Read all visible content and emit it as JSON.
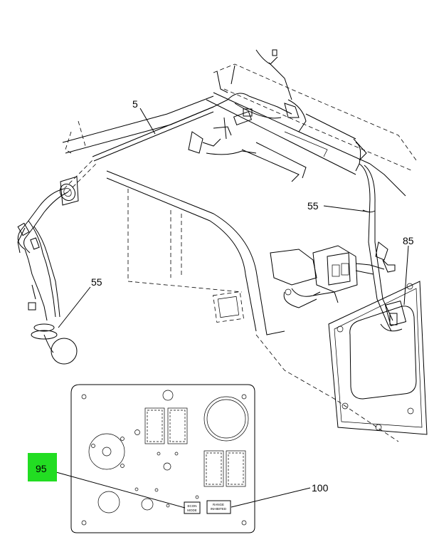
{
  "callouts": {
    "c5": "5",
    "c55_upper": "55",
    "c85": "85",
    "c55_left": "55",
    "c95": "95",
    "c100": "100"
  },
  "panel_labels": {
    "econ_line1": "ECON",
    "econ_line2": "MODE",
    "right_line1": "RANGE",
    "right_line2": "INHIBITED"
  },
  "colors": {
    "highlight": "#22dd22",
    "line": "#000000"
  }
}
